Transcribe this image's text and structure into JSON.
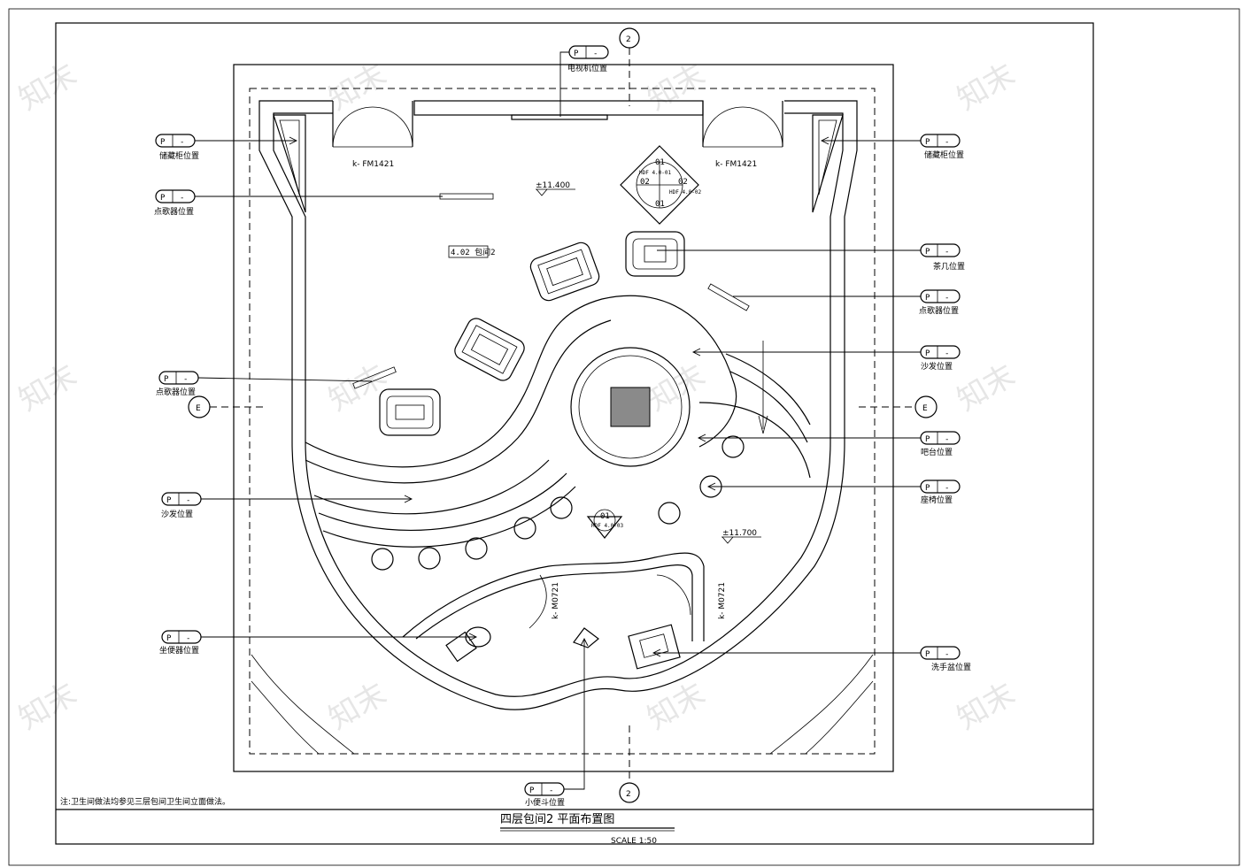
{
  "drawing": {
    "title": "四层包间2 平面布置图",
    "scale": "SCALE   1:50",
    "note": "注:卫生间做法均参见三层包间卫生间立面做法。"
  },
  "grid": {
    "axis_top": "2",
    "axis_bottom": "2",
    "axis_left": "E",
    "axis_right": "E"
  },
  "doors": {
    "left": "k- FM1421",
    "right": "k- FM1421",
    "toilet_left": "k- M0721",
    "toilet_right": "k- M0721"
  },
  "levels": {
    "upper": "±11.400",
    "lower": "±11.700"
  },
  "room_tag": "4.02 包间2",
  "elevation_index": {
    "top": "01",
    "left": "02",
    "right": "02",
    "bottom": "01",
    "toilet": "01",
    "ref_a": "HDF 4.0-01",
    "ref_b": "HDF 4.0-02",
    "toilet_ref": "HDF 4.0-03"
  },
  "callouts": [
    {
      "id": "tv",
      "tag_p": "P",
      "tag_n": "-",
      "label": "电视机位置"
    },
    {
      "id": "store-left",
      "tag_p": "P",
      "tag_n": "-",
      "label": "储藏柜位置"
    },
    {
      "id": "store-right",
      "tag_p": "P",
      "tag_n": "-",
      "label": "储藏柜位置"
    },
    {
      "id": "song-left-top",
      "tag_p": "P",
      "tag_n": "-",
      "label": "点歌器位置"
    },
    {
      "id": "tea",
      "tag_p": "P",
      "tag_n": "-",
      "label": "茶几位置"
    },
    {
      "id": "song-right",
      "tag_p": "P",
      "tag_n": "-",
      "label": "点歌器位置"
    },
    {
      "id": "sofa-right",
      "tag_p": "P",
      "tag_n": "-",
      "label": "沙发位置"
    },
    {
      "id": "song-left-mid",
      "tag_p": "P",
      "tag_n": "-",
      "label": "点歌器位置"
    },
    {
      "id": "bar",
      "tag_p": "P",
      "tag_n": "-",
      "label": "吧台位置"
    },
    {
      "id": "stool",
      "tag_p": "P",
      "tag_n": "-",
      "label": "座椅位置"
    },
    {
      "id": "sofa-left",
      "tag_p": "P",
      "tag_n": "-",
      "label": "沙发位置"
    },
    {
      "id": "wc",
      "tag_p": "P",
      "tag_n": "-",
      "label": "坐便器位置"
    },
    {
      "id": "basin",
      "tag_p": "P",
      "tag_n": "-",
      "label": "洗手盆位置"
    },
    {
      "id": "urinal",
      "tag_p": "P",
      "tag_n": "-",
      "label": "小便斗位置"
    }
  ],
  "watermark": "知末"
}
